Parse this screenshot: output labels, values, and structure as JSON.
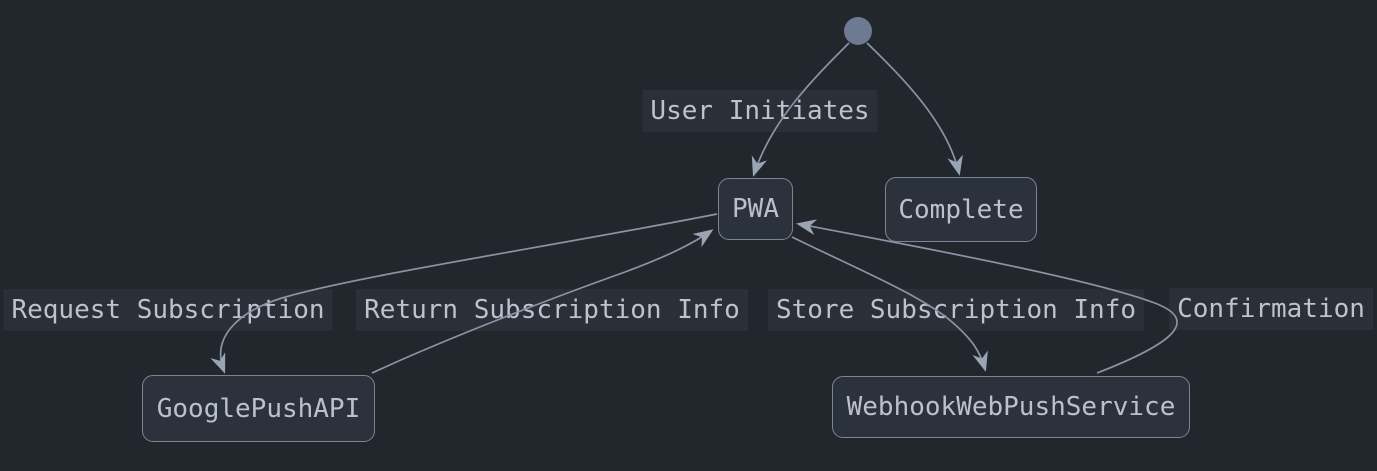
{
  "diagram": {
    "kind": "state-diagram",
    "start_node": {
      "shape": "filled-circle"
    },
    "nodes": {
      "pwa": {
        "label": "PWA"
      },
      "complete": {
        "label": "Complete"
      },
      "google_push_api": {
        "label": "GooglePushAPI"
      },
      "webhook_web_push_service": {
        "label": "WebhookWebPushService"
      }
    },
    "edges": [
      {
        "from": "start",
        "to": "PWA",
        "label": "User Initiates"
      },
      {
        "from": "start",
        "to": "Complete",
        "label": ""
      },
      {
        "from": "PWA",
        "to": "GooglePushAPI",
        "label": "Request Subscription"
      },
      {
        "from": "GooglePushAPI",
        "to": "PWA",
        "label": "Return Subscription Info"
      },
      {
        "from": "PWA",
        "to": "WebhookWebPushService",
        "label": "Store Subscription Info"
      },
      {
        "from": "WebhookWebPushService",
        "to": "PWA",
        "label": "Confirmation"
      }
    ],
    "colors": {
      "background": "#22272e",
      "node_fill": "#2c323c",
      "node_border": "#7b8595",
      "text": "#bac1cb",
      "edge_label_bg": "#2a2f38",
      "edge_line": "#8a95a4",
      "arrowhead": "#9aa4b3",
      "start_circle": "#6e7a92"
    }
  }
}
